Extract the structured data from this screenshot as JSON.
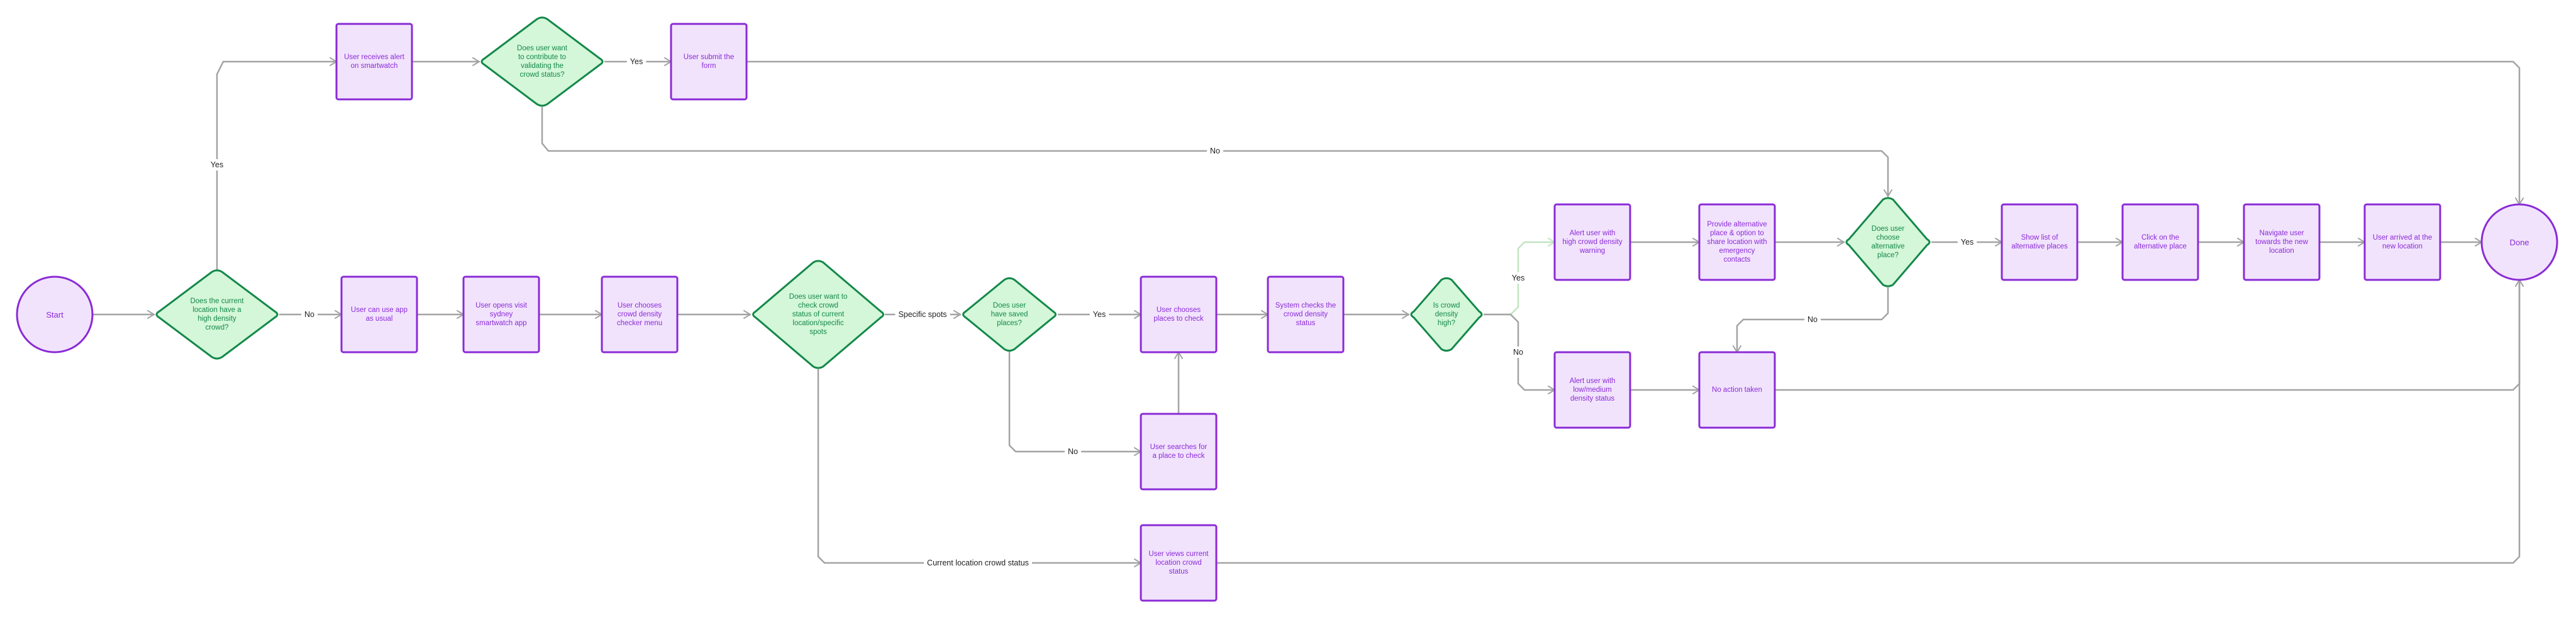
{
  "diagram": {
    "colors": {
      "process_fill": "#f2e3fd",
      "process_stroke": "#8a2bd6",
      "decision_fill": "#d3f7d8",
      "decision_stroke": "#14884a",
      "edge": "#a3a3a3",
      "edge_highlight": "#c2e4c2"
    },
    "nodes": [
      {
        "id": "start",
        "shape": "terminal",
        "lines": [
          "Start"
        ]
      },
      {
        "id": "q-high-density",
        "shape": "decision",
        "lines": [
          "Does the current",
          "location have a",
          "high density",
          "crowd?"
        ]
      },
      {
        "id": "receive-alert",
        "shape": "process",
        "lines": [
          "User receives alert",
          "on smartwatch"
        ]
      },
      {
        "id": "q-contribute",
        "shape": "decision",
        "lines": [
          "Does user want",
          "to contribute to",
          "validating the",
          "crowd status?"
        ]
      },
      {
        "id": "submit-form",
        "shape": "process",
        "lines": [
          "User submit the",
          "form"
        ]
      },
      {
        "id": "use-app-usual",
        "shape": "process",
        "lines": [
          "User can use app",
          "as usual"
        ]
      },
      {
        "id": "open-app",
        "shape": "process",
        "lines": [
          "User opens visit",
          "sydney",
          "smartwatch app"
        ]
      },
      {
        "id": "choose-menu",
        "shape": "process",
        "lines": [
          "User chooses",
          "crowd density",
          "checker menu"
        ]
      },
      {
        "id": "q-check-status",
        "shape": "decision",
        "lines": [
          "Does user want to",
          "check crowd",
          "status of current",
          "location/specific",
          "spots"
        ]
      },
      {
        "id": "q-saved-places",
        "shape": "decision",
        "lines": [
          "Does user",
          "have saved",
          "places?"
        ]
      },
      {
        "id": "choose-places",
        "shape": "process",
        "lines": [
          "User chooses",
          "places to check"
        ]
      },
      {
        "id": "search-place",
        "shape": "process",
        "lines": [
          "User searches for",
          "a place to check"
        ]
      },
      {
        "id": "check-status",
        "shape": "process",
        "lines": [
          "System checks the",
          "crowd density",
          "status"
        ]
      },
      {
        "id": "q-crowd-high",
        "shape": "decision",
        "lines": [
          "Is crowd",
          "density",
          "high?"
        ]
      },
      {
        "id": "alert-high",
        "shape": "process",
        "lines": [
          "Alert user with",
          "high crowd density",
          "warning"
        ]
      },
      {
        "id": "alert-low",
        "shape": "process",
        "lines": [
          "Alert user with",
          "low/medium",
          "density status"
        ]
      },
      {
        "id": "provide-alt",
        "shape": "process",
        "lines": [
          "Provide alternative",
          "place & option to",
          "share location with",
          "emergency",
          "contacts"
        ]
      },
      {
        "id": "no-action",
        "shape": "process",
        "lines": [
          "No action taken"
        ]
      },
      {
        "id": "q-alt-place",
        "shape": "decision",
        "lines": [
          "Does user",
          "choose",
          "alternative",
          "place?"
        ]
      },
      {
        "id": "show-list",
        "shape": "process",
        "lines": [
          "Show list of",
          "alternative places"
        ]
      },
      {
        "id": "click-alt",
        "shape": "process",
        "lines": [
          "Click on the",
          "alternative place"
        ]
      },
      {
        "id": "navigate",
        "shape": "process",
        "lines": [
          "Navigate user",
          "towards the new",
          "location"
        ]
      },
      {
        "id": "arrived",
        "shape": "process",
        "lines": [
          "User arrived at the",
          "new location"
        ]
      },
      {
        "id": "view-status",
        "shape": "process",
        "lines": [
          "User views current",
          "location crowd",
          "status"
        ]
      },
      {
        "id": "done",
        "shape": "terminal",
        "lines": [
          "Done"
        ]
      }
    ],
    "edges": [
      {
        "id": "start-to-q1",
        "from": "start",
        "to": "q-high-density",
        "label": ""
      },
      {
        "id": "q1-yes",
        "from": "q-high-density",
        "to": "receive-alert",
        "label": "Yes"
      },
      {
        "id": "q1-no",
        "from": "q-high-density",
        "to": "use-app-usual",
        "label": "No"
      },
      {
        "id": "alert-to-q2",
        "from": "receive-alert",
        "to": "q-contribute",
        "label": ""
      },
      {
        "id": "q2-yes",
        "from": "q-contribute",
        "to": "submit-form",
        "label": "Yes"
      },
      {
        "id": "q2-no",
        "from": "q-contribute",
        "to": "q-alt-place",
        "label": "No"
      },
      {
        "id": "submit-to-done",
        "from": "submit-form",
        "to": "done",
        "label": ""
      },
      {
        "id": "usual-to-open",
        "from": "use-app-usual",
        "to": "open-app",
        "label": ""
      },
      {
        "id": "open-to-menu",
        "from": "open-app",
        "to": "choose-menu",
        "label": ""
      },
      {
        "id": "menu-to-q3",
        "from": "choose-menu",
        "to": "q-check-status",
        "label": ""
      },
      {
        "id": "q3-specific",
        "from": "q-check-status",
        "to": "q-saved-places",
        "label": "Specific spots"
      },
      {
        "id": "q3-current",
        "from": "q-check-status",
        "to": "view-status",
        "label": "Current location crowd status"
      },
      {
        "id": "q4-yes",
        "from": "q-saved-places",
        "to": "choose-places",
        "label": "Yes"
      },
      {
        "id": "q4-no",
        "from": "q-saved-places",
        "to": "search-place",
        "label": "No"
      },
      {
        "id": "search-to-choose",
        "from": "search-place",
        "to": "choose-places",
        "label": ""
      },
      {
        "id": "choose-to-check",
        "from": "choose-places",
        "to": "check-status",
        "label": ""
      },
      {
        "id": "check-to-q5",
        "from": "check-status",
        "to": "q-crowd-high",
        "label": ""
      },
      {
        "id": "q5-yes",
        "from": "q-crowd-high",
        "to": "alert-high",
        "label": "Yes"
      },
      {
        "id": "q5-no",
        "from": "q-crowd-high",
        "to": "alert-low",
        "label": "No"
      },
      {
        "id": "high-to-provide",
        "from": "alert-high",
        "to": "provide-alt",
        "label": ""
      },
      {
        "id": "provide-to-q6",
        "from": "provide-alt",
        "to": "q-alt-place",
        "label": ""
      },
      {
        "id": "q6-yes",
        "from": "q-alt-place",
        "to": "show-list",
        "label": "Yes"
      },
      {
        "id": "q6-no",
        "from": "q-alt-place",
        "to": "no-action",
        "label": "No"
      },
      {
        "id": "low-to-noaction",
        "from": "alert-low",
        "to": "no-action",
        "label": ""
      },
      {
        "id": "noaction-to-done",
        "from": "no-action",
        "to": "done",
        "label": ""
      },
      {
        "id": "list-to-click",
        "from": "show-list",
        "to": "click-alt",
        "label": ""
      },
      {
        "id": "click-to-navigate",
        "from": "click-alt",
        "to": "navigate",
        "label": ""
      },
      {
        "id": "navigate-to-arrived",
        "from": "navigate",
        "to": "arrived",
        "label": ""
      },
      {
        "id": "arrived-to-done",
        "from": "arrived",
        "to": "done",
        "label": ""
      },
      {
        "id": "view-to-done",
        "from": "view-status",
        "to": "done",
        "label": ""
      }
    ]
  }
}
